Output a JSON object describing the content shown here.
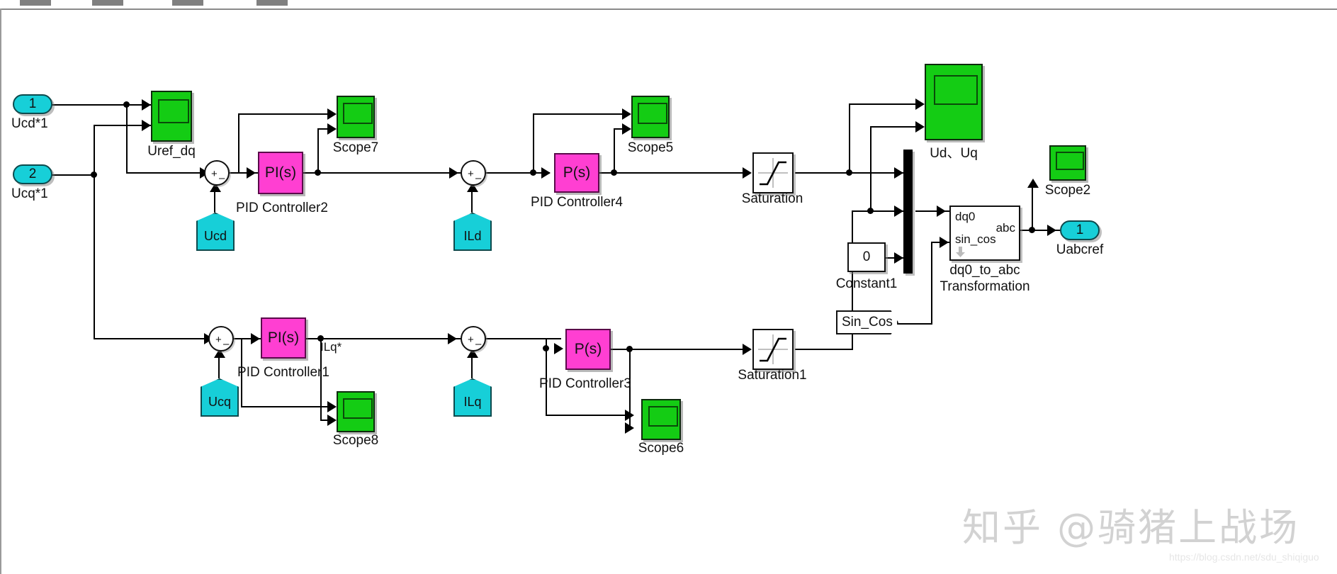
{
  "app": {
    "title": "Simulink dq-axis Voltage/Current Control Block Diagram",
    "canvas_background": "#ffffff",
    "colors": {
      "scope_green": "#14CC14",
      "pid_magenta": "#FF3FD2",
      "tag_cyan": "#17CFD8",
      "wire_black": "#000000",
      "watermark_grey": "#d2d2d2"
    }
  },
  "toolbar": {
    "visible_fragment": true,
    "tab_count": 4
  },
  "ports": {
    "in_ucd": {
      "number": "1",
      "label": "Ucd*1"
    },
    "in_ucq": {
      "number": "2",
      "label": "Ucq*1"
    },
    "out_uabcref": {
      "number": "1",
      "label": "Uabcref"
    }
  },
  "scopes": [
    {
      "id": "uref_dq",
      "label": "Uref_dq",
      "inputs": 2
    },
    {
      "id": "scope7",
      "label": "Scope7",
      "inputs": 2
    },
    {
      "id": "scope5",
      "label": "Scope5",
      "inputs": 2
    },
    {
      "id": "ud_uq",
      "label": "Ud、Uq",
      "inputs": 2
    },
    {
      "id": "scope2",
      "label": "Scope2",
      "inputs": 1
    },
    {
      "id": "scope8",
      "label": "Scope8",
      "inputs": 2
    },
    {
      "id": "scope6",
      "label": "Scope6",
      "inputs": 2
    }
  ],
  "controllers": [
    {
      "id": "pid2",
      "text": "PI(s)",
      "label": "PID Controller2"
    },
    {
      "id": "pid4",
      "text": "P(s)",
      "label": "PID Controller4"
    },
    {
      "id": "pid1",
      "text": "PI(s)",
      "label": "PID Controller1"
    },
    {
      "id": "pid3",
      "text": "P(s)",
      "label": "PID Controller3"
    }
  ],
  "sums": [
    {
      "id": "sum1",
      "signs": [
        "+",
        "–"
      ]
    },
    {
      "id": "sum2",
      "signs": [
        "+",
        "–"
      ]
    },
    {
      "id": "sum3",
      "signs": [
        "+",
        "–"
      ]
    },
    {
      "id": "sum4",
      "signs": [
        "+",
        "–"
      ]
    }
  ],
  "tags": [
    {
      "id": "ucd",
      "label": "Ucd",
      "type": "from-goto"
    },
    {
      "id": "ild",
      "label": "ILd",
      "type": "from-goto"
    },
    {
      "id": "ucq",
      "label": "Ucq",
      "type": "from-goto"
    },
    {
      "id": "ilq",
      "label": "ILq",
      "type": "from-goto"
    },
    {
      "id": "sin_cos",
      "label": "Sin_Cos",
      "type": "from"
    }
  ],
  "saturations": [
    {
      "id": "sat",
      "label": "Saturation"
    },
    {
      "id": "sat1",
      "label": "Saturation1"
    }
  ],
  "constant": {
    "value": "0",
    "label": "Constant1"
  },
  "mux": {
    "id": "mux1",
    "inputs": 3
  },
  "transformation": {
    "input_ports": [
      "dq0",
      "sin_cos"
    ],
    "output_ports": [
      "abc"
    ],
    "label_line1": "dq0_to_abc",
    "label_line2": "Transformation"
  },
  "signal_labels": [
    {
      "id": "ilq_star",
      "text": "ILq*"
    }
  ],
  "watermark": {
    "text": "知乎 @骑猪上战场",
    "url": "https://blog.csdn.net/sdu_shiqiguo"
  }
}
